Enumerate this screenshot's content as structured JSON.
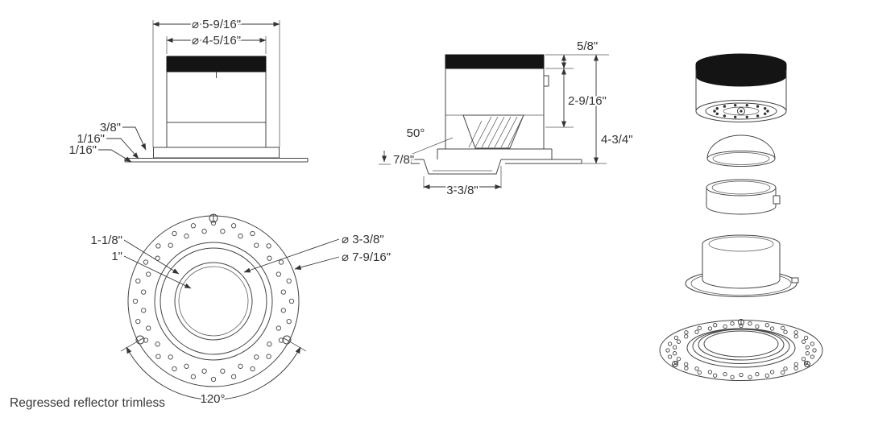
{
  "caption": "Regressed reflector trimless",
  "front_view": {
    "dia_outer": "⌀ 5-9/16\"",
    "dia_inner": "⌀ 4-5/16\"",
    "flange_height": "3/8\"",
    "reveal_top": "1/16\"",
    "reveal_bottom": "1/16\""
  },
  "section_view": {
    "cap_height": "5/8\"",
    "body_height": "2-9/16\"",
    "total_height": "4-3/4\"",
    "tilt_angle": "50°",
    "regression_depth": "7/8\"",
    "aperture_width": "3-3/8\""
  },
  "plan_view": {
    "offset_a": "1-1/8\"",
    "offset_b": "1\"",
    "dia_aperture": "⌀ 3-3/8\"",
    "dia_trim": "⌀ 7-9/16\"",
    "screw_angle": "120°"
  }
}
